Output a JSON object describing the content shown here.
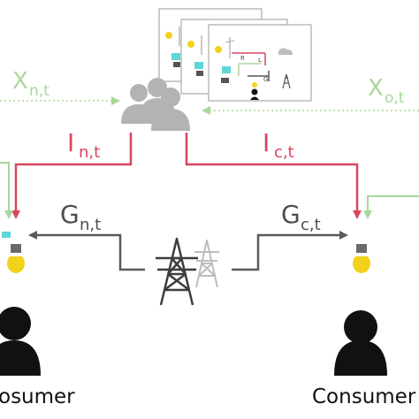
{
  "labels": {
    "x_n_main": "X",
    "x_n_sub": "n,t",
    "x_o_main": "X",
    "x_o_sub": "o,t",
    "i_n_main": "I",
    "i_n_sub": "n,t",
    "i_c_main": "I",
    "i_c_sub": "c,t",
    "g_n_main": "G",
    "g_n_sub": "n,t",
    "g_c_main": "G",
    "g_c_sub": "c,t",
    "consumer_left": "osumer",
    "consumer_right": "Consumer",
    "inset_g_label": "G",
    "inset_r_label": "R",
    "inset_l_label": "L"
  },
  "colors": {
    "green": "#a8d79b",
    "red": "#d9465f",
    "grey": "#5a5a5a",
    "light_grey": "#bdbdbd",
    "black": "#111111",
    "bulb_yellow": "#f2d21b",
    "cyan": "#5fd6d6"
  },
  "icons": {
    "aggregator": "people-group-icon",
    "grid": "transmission-tower-icon",
    "bulb": "lightbulb-icon",
    "consumer": "person-icon",
    "inset": "stacked-diagram-cards-icon"
  }
}
